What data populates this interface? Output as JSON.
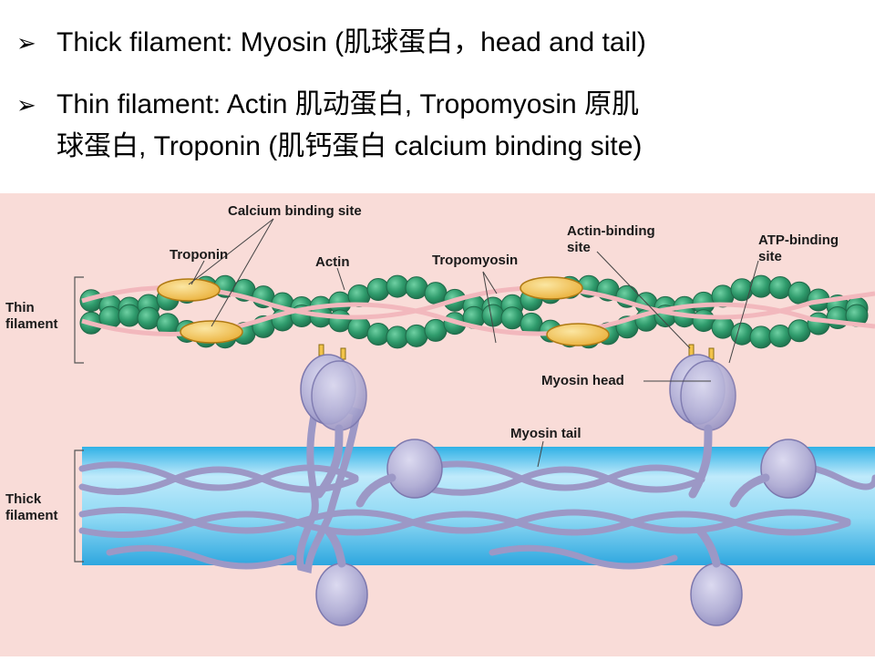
{
  "bullets": [
    {
      "marker": "➢",
      "text": "Thick filament: Myosin (肌球蛋白，head and tail)"
    },
    {
      "marker": "➢",
      "line1": "Thin filament: Actin 肌动蛋白, Tropomyosin 原肌",
      "line2": "球蛋白, Troponin (肌钙蛋白 calcium binding site)"
    }
  ],
  "diagram": {
    "labels": {
      "calcium_binding_site": "Calcium binding site",
      "troponin": "Troponin",
      "actin": "Actin",
      "tropomyosin": "Tropomyosin",
      "actin_binding_site_1": "Actin-binding",
      "actin_binding_site_2": "site",
      "atp_binding_site_1": "ATP-binding",
      "atp_binding_site_2": "site",
      "myosin_head": "Myosin head",
      "myosin_tail": "Myosin tail",
      "thin_filament_1": "Thin",
      "thin_filament_2": "filament",
      "thick_filament_1": "Thick",
      "thick_filament_2": "filament"
    },
    "colors": {
      "background": "#f9dcd8",
      "actin_bead": "#2f9b6c",
      "troponin": "#f4c24f",
      "tropomyosin": "#f2b8bd",
      "myosin": "#b6b3d6",
      "thick_band": "#7fd3ee"
    }
  }
}
